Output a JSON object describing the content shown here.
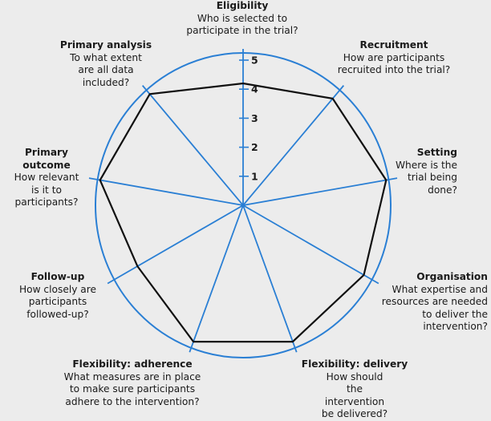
{
  "colors": {
    "circle": "#2a7fd4",
    "spokes": "#2a7fd4",
    "polygon": "#111111",
    "background": "#ececec"
  },
  "chart_data": {
    "type": "radar",
    "max": 5,
    "scale_labels": [
      "1",
      "2",
      "3",
      "4",
      "5"
    ],
    "domains": [
      {
        "title": "Eligibility",
        "question": "Who is selected to participate in the trial?",
        "value": 4.2
      },
      {
        "title": "Recruitment",
        "question": "How are participants recruited into the trial?",
        "value": 4.8
      },
      {
        "title": "Setting",
        "question": "Where is the trial being done?",
        "value": 5
      },
      {
        "title": "Organisation",
        "question": "What expertise and resources are needed to deliver the intervention?",
        "value": 4.8
      },
      {
        "title": "Flexibility: delivery",
        "question": "How should the intervention be delivered?",
        "value": 5
      },
      {
        "title": "Flexibility: adherence",
        "question": "What measures are in place to make sure participants adhere to the intervention?",
        "value": 5
      },
      {
        "title": "Follow-up",
        "question": "How closely are participants followed-up?",
        "value": 4.2
      },
      {
        "title": "Primary outcome",
        "question": "How relevant is it to participants?",
        "value": 5
      },
      {
        "title": "Primary analysis",
        "question": "To what extent are all data included?",
        "value": 5
      }
    ]
  }
}
